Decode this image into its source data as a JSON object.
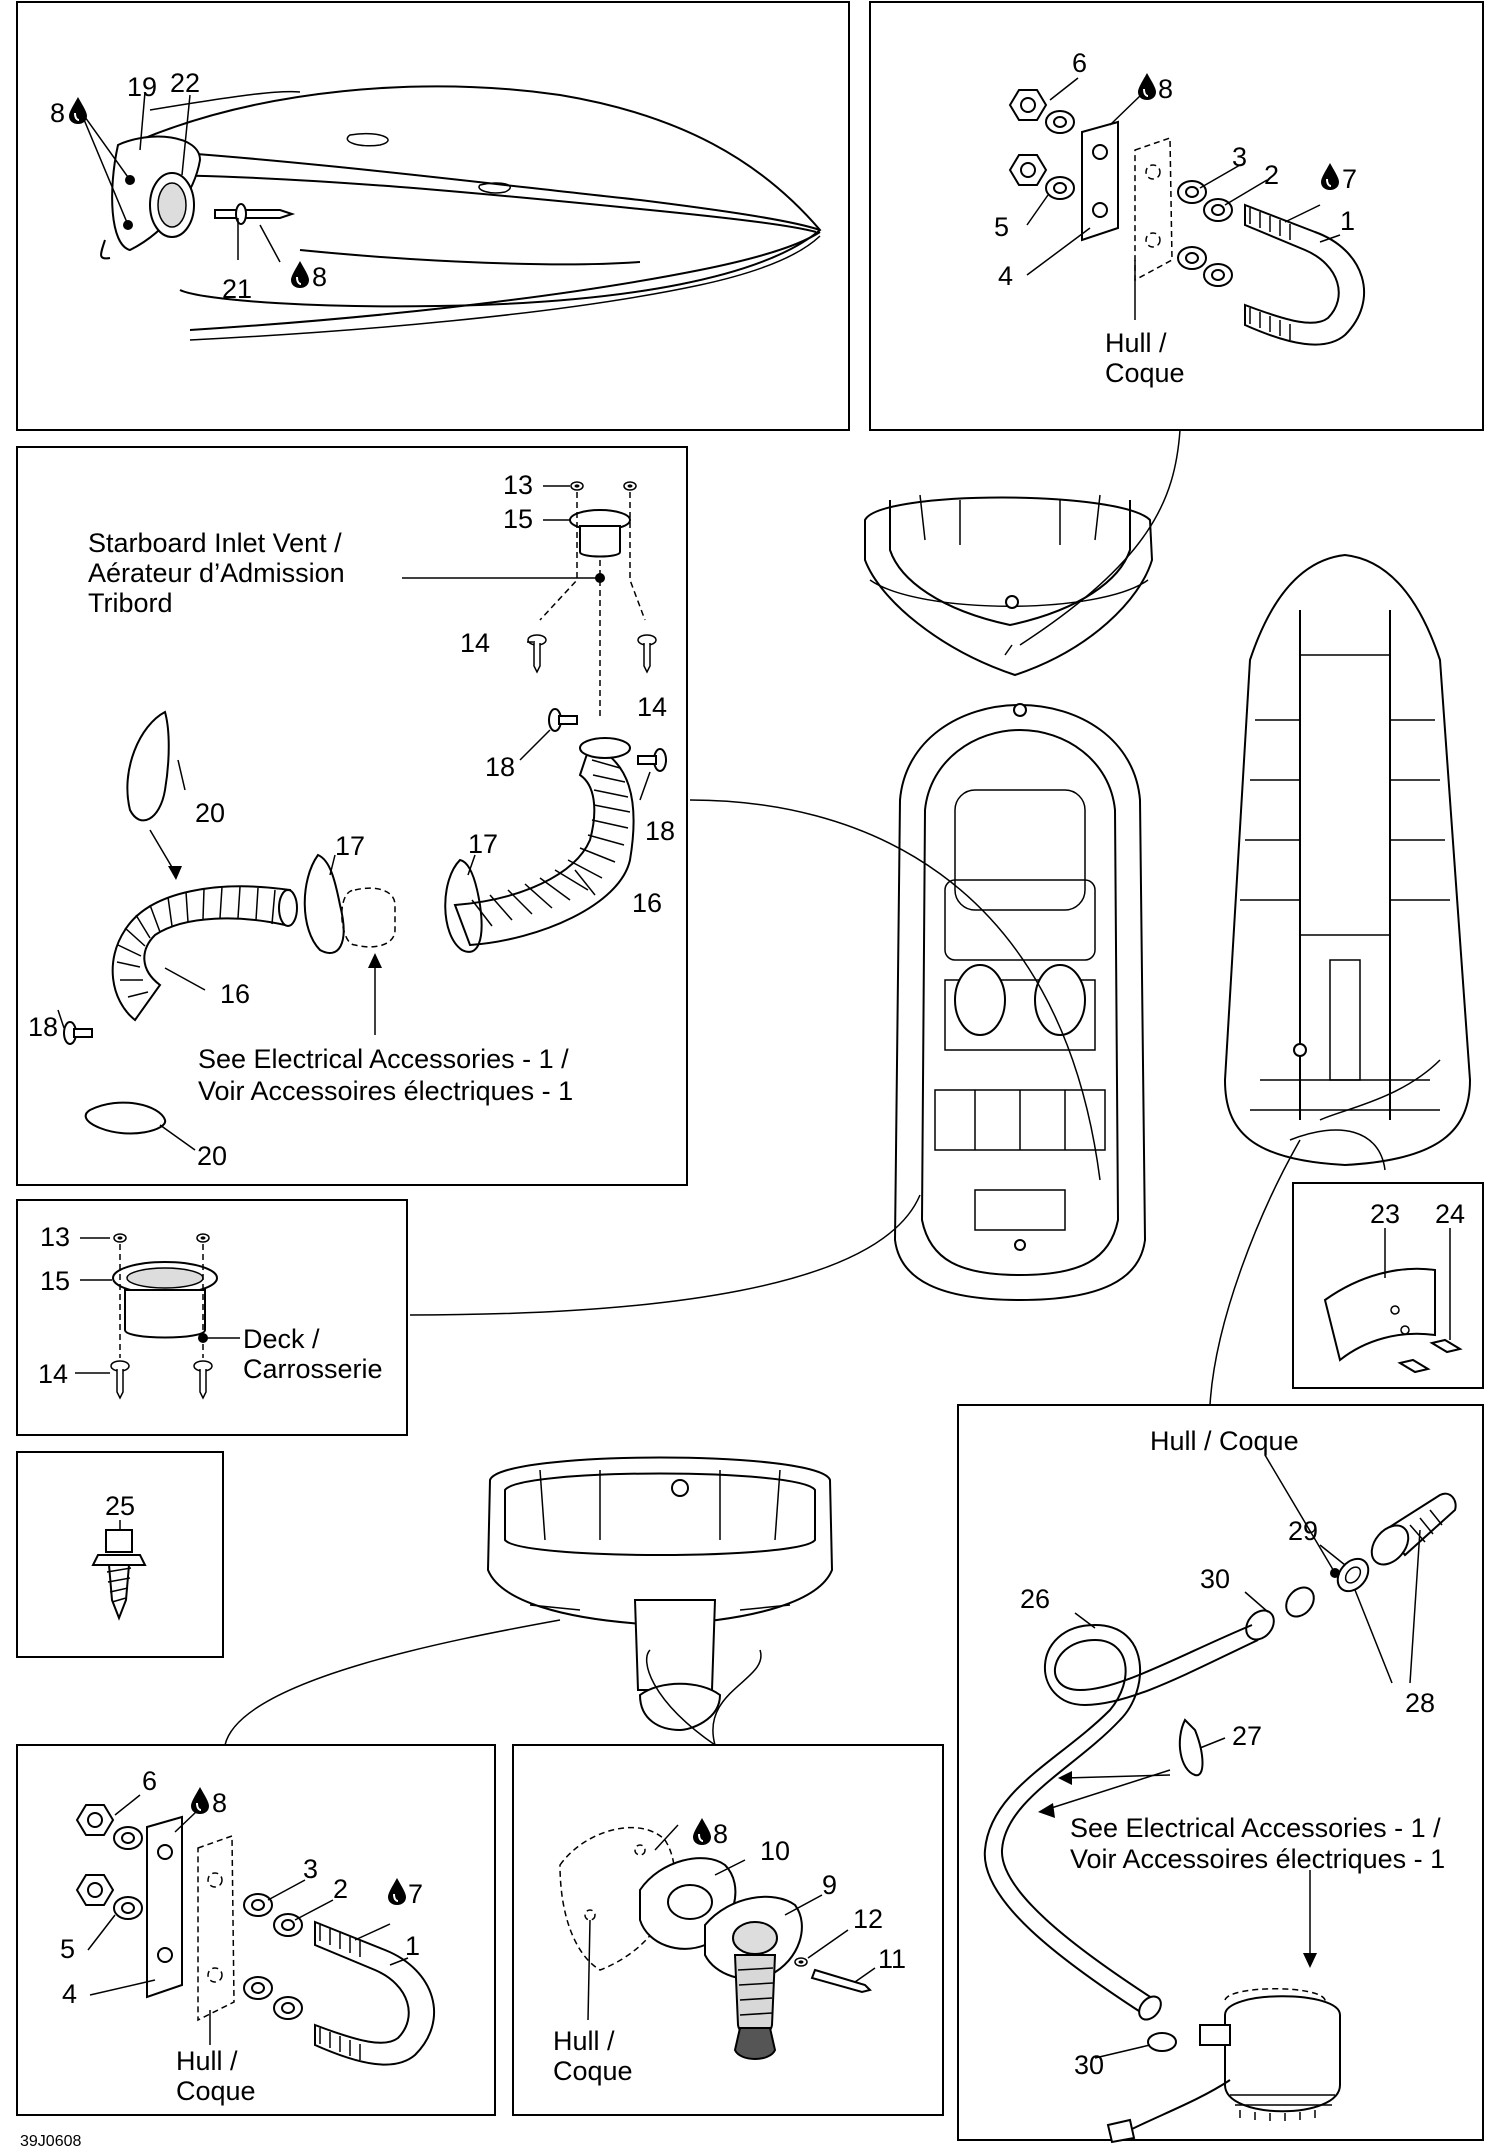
{
  "labels": {
    "p1": {
      "l8": "8",
      "l19": "19",
      "l22": "22",
      "l21": "21",
      "l8b": "8"
    },
    "p2": {
      "l6": "6",
      "l8": "8",
      "l3": "3",
      "l2": "2",
      "l7": "7",
      "l1": "1",
      "l5": "5",
      "l4": "4",
      "hull": "Hull /",
      "coque": "Coque"
    },
    "p3": {
      "l13": "13",
      "l15": "15",
      "l14a": "14",
      "l14b": "14",
      "l18a": "18",
      "l18b": "18",
      "l20a": "20",
      "l17a": "17",
      "l17b": "17",
      "l16a": "16",
      "l16b": "16",
      "l18c": "18",
      "l20b": "20",
      "vent1": "Starboard Inlet Vent /",
      "vent2": "Aérateur d’Admission",
      "vent3": "Tribord",
      "elec1": "See Electrical Accessories - 1 /",
      "elec2": "Voir Accessoires électriques - 1"
    },
    "p4": {
      "l13": "13",
      "l15": "15",
      "l14": "14",
      "deck": "Deck /",
      "carrosserie": "Carrosserie"
    },
    "p5": {
      "l23": "23",
      "l24": "24"
    },
    "p6": {
      "l25": "25"
    },
    "p7": {
      "hullcoque": "Hull / Coque",
      "l29": "29",
      "l30a": "30",
      "l26": "26",
      "l28": "28",
      "l27": "27",
      "l30b": "30",
      "elec1": "See Electrical Accessories - 1 /",
      "elec2": "Voir Accessoires électriques - 1"
    },
    "p8": {
      "l6": "6",
      "l8": "8",
      "l3": "3",
      "l2": "2",
      "l7": "7",
      "l1": "1",
      "l5": "5",
      "l4": "4",
      "hull": "Hull /",
      "coque": "Coque"
    },
    "p9": {
      "l8": "8",
      "l10": "10",
      "l9": "9",
      "l12": "12",
      "l11": "11",
      "hull": "Hull /",
      "coque": "Coque"
    }
  },
  "drawing_code": "39J0608"
}
